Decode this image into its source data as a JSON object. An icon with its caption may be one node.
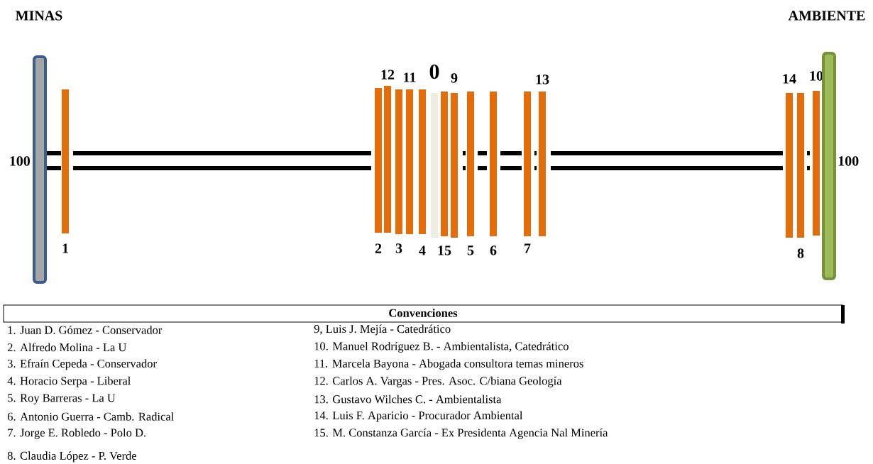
{
  "diagram": {
    "nodes": [
      {
        "text": [
          "MINAS"
        ],
        "beside": [
          "100"
        ]
      },
      {
        "text": [
          "1"
        ]
      },
      {
        "text": [
          "2"
        ]
      },
      {
        "text": [
          "12"
        ]
      },
      {
        "text": [
          "3"
        ]
      },
      {
        "text": [
          "11"
        ]
      },
      {
        "text": [
          "4"
        ]
      },
      {
        "text": [
          "0"
        ]
      },
      {
        "text": [
          "15"
        ]
      },
      {
        "text": [
          "9"
        ]
      },
      {
        "text": [
          "5"
        ]
      },
      {
        "text": [
          "6"
        ]
      },
      {
        "text": [
          "7"
        ]
      },
      {
        "text": [
          "13"
        ]
      },
      {
        "text": [
          "14"
        ]
      },
      {
        "text": [
          "8"
        ]
      },
      {
        "text": [
          "10"
        ]
      },
      {
        "text": [
          "AMBIENTE"
        ],
        "beside": [
          "100"
        ]
      }
    ],
    "labels": [
      "Convenciones",
      "1. Juan D. Gómez - Conservador",
      "9, Luis J. Mejía - Catedrático",
      "2. Alfredo Molina - La U",
      "10. Manuel Rodríguez B. - Ambientalista, Catedrático",
      "3. Efraín Cepeda - Conservador",
      "11. Marcela Bayona - Abogada consultora temas mineros",
      "4. Horacio Serpa - Liberal",
      "12. Carlos A. Vargas - Pres. Asoc. C/biana Geología",
      "5. Roy Barreras - La U",
      "13. Gustavo Wilches C. - Ambientalista",
      "6. Antonio Guerra - Camb. Radical",
      "14. Luis F. Aparicio - Procurador Ambiental",
      "7. Jorge E. Robledo - Polo D.",
      "15. M. Constanza García - Ex Presidenta Agencia Nal Minería",
      "8. Claudia López - P. Verde"
    ]
  }
}
